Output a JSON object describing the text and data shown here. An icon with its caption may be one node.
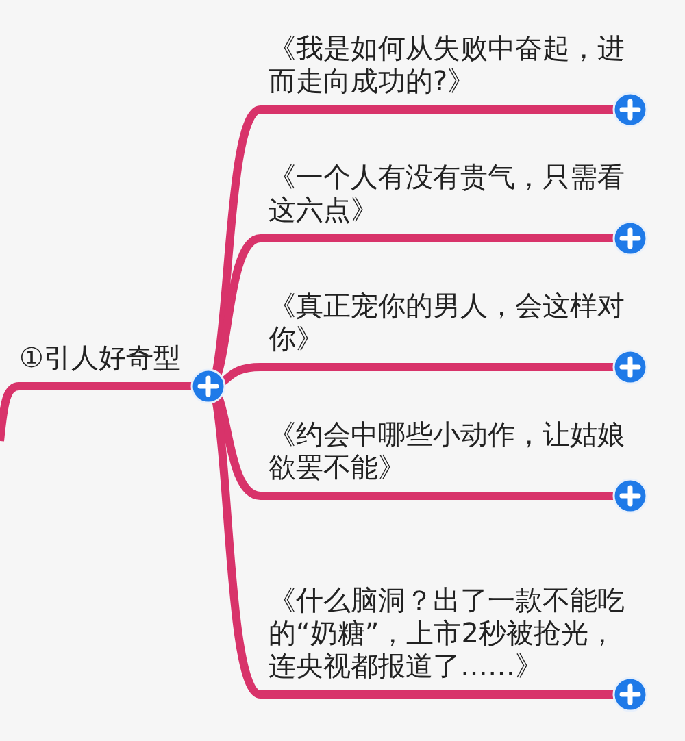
{
  "diagram": {
    "nodes": [
      {
        "text": [
          "①引人好奇型"
        ]
      },
      {
        "text": [
          "《我是如何从失败中奋起，进而走向成功的?》"
        ]
      },
      {
        "text": [
          "《一个人有没有贵气，只需看这六点》"
        ]
      },
      {
        "text": [
          "《真正宠你的男人，会这样对你》"
        ]
      },
      {
        "text": [
          "《约会中哪些小动作，让姑娘欲罢不能》"
        ]
      },
      {
        "text": [
          "《什么脑洞？出了一款不能吃的“奶糖”，上市2秒被抢光，连央视都报道了……》"
        ]
      }
    ],
    "edges": [
      {
        "from": null,
        "to": 0,
        "arrow": "none"
      },
      {
        "from": 0,
        "to": 1,
        "arrow": "none"
      },
      {
        "from": 0,
        "to": 2,
        "arrow": "none"
      },
      {
        "from": 0,
        "to": 3,
        "arrow": "none"
      },
      {
        "from": 0,
        "to": 4,
        "arrow": "none"
      },
      {
        "from": 0,
        "to": 5,
        "arrow": "none"
      }
    ]
  }
}
